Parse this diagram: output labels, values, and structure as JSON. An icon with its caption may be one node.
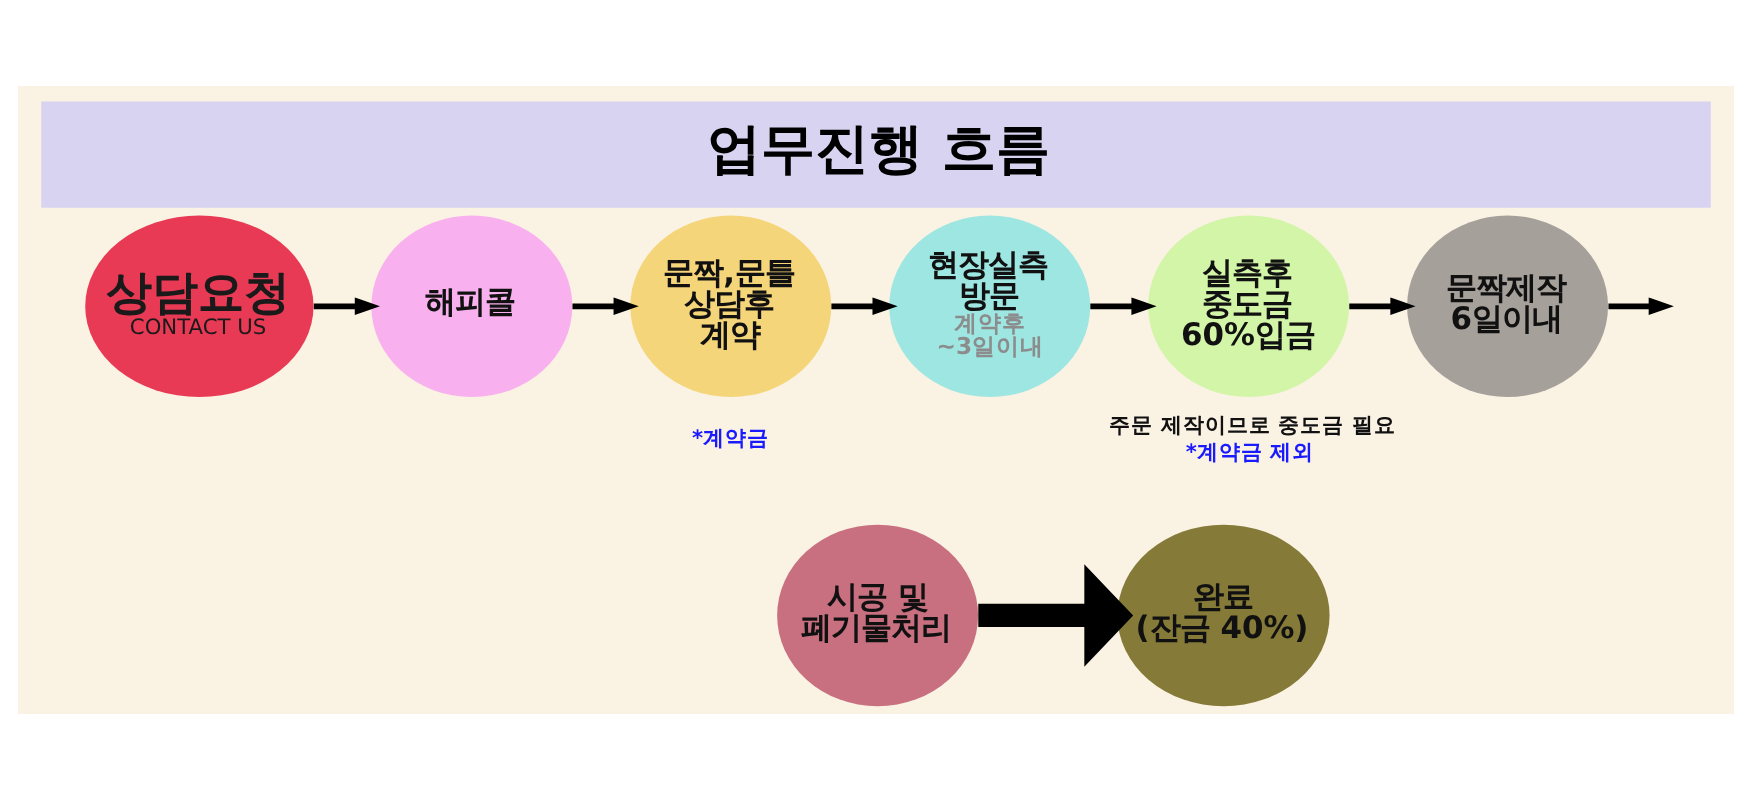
{
  "diagram": {
    "title": "업무진행 흐름",
    "nodes": [
      {
        "text": [
          "상담요청",
          "CONTACT US"
        ]
      },
      {
        "text": [
          "해피콜"
        ]
      },
      {
        "text": [
          "문짝,문틀 상담후 계약"
        ],
        "beside": [
          "*계약금"
        ]
      },
      {
        "text": [
          "현장실측 방문",
          "계약후 ~3일이내"
        ]
      },
      {
        "text": [
          "실측후 중도금 60%입금"
        ],
        "beside": [
          "주문 제작이므로 중도금 필요",
          "*계약금 제외"
        ]
      },
      {
        "text": [
          "문짝제작 6일이내"
        ]
      },
      {
        "text": [
          "시공 및 폐기물처리"
        ]
      },
      {
        "text": [
          "완료 (잔금 40%)"
        ]
      }
    ],
    "edges": [
      {
        "from": 0,
        "to": 1,
        "arrow": "to"
      },
      {
        "from": 1,
        "to": 2,
        "arrow": "to"
      },
      {
        "from": 2,
        "to": 3,
        "arrow": "to"
      },
      {
        "from": 3,
        "to": 4,
        "arrow": "to"
      },
      {
        "from": 4,
        "to": 5,
        "arrow": "to"
      },
      {
        "from": 5,
        "to": null,
        "arrow": "to"
      },
      {
        "from": 6,
        "to": 7,
        "arrow": "to",
        "style": "thick"
      }
    ]
  }
}
